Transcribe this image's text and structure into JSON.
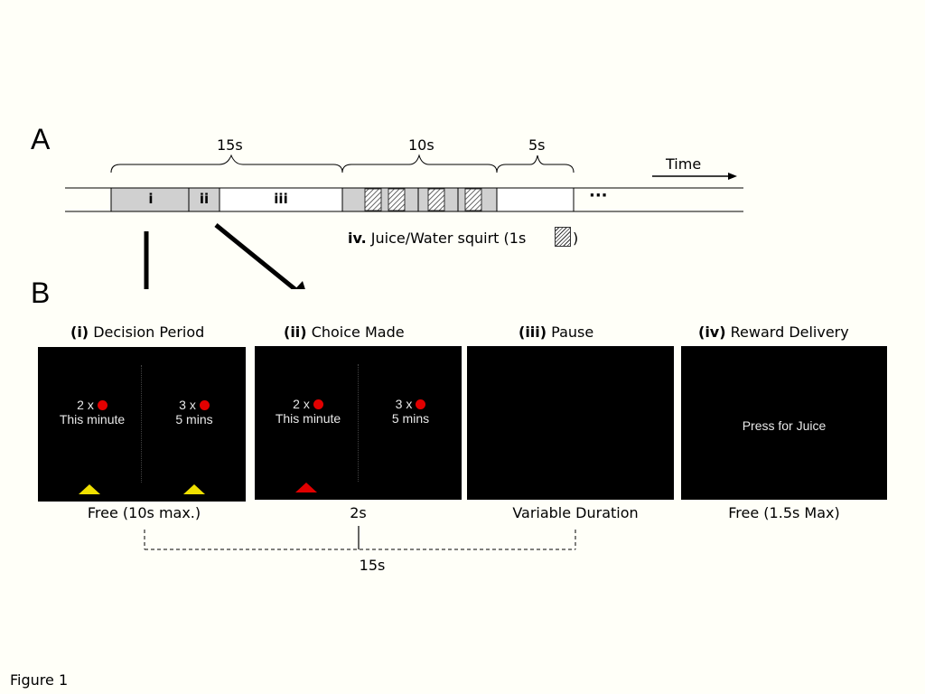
{
  "panel_a": {
    "letter": "A",
    "segments": {
      "i": "i",
      "ii": "ii",
      "iii": "iii"
    },
    "braces": [
      "15s",
      "10s",
      "5s"
    ],
    "ellipsis": "···",
    "time_label": "Time",
    "squirt_bold": "iv.",
    "squirt_text": "Juice/Water squirt (1s",
    "squirt_close": ")"
  },
  "panel_b": {
    "letter": "B",
    "screens": [
      {
        "num": "(i)",
        "title": "Decision Period",
        "below": "Free (10s max.)",
        "left": {
          "count": "2 x",
          "label": "This minute"
        },
        "right": {
          "count": "3 x",
          "label": "5 mins"
        },
        "arrows": [
          "yellow",
          "yellow"
        ]
      },
      {
        "num": "(ii)",
        "title": "Choice Made",
        "below": "2s",
        "left": {
          "count": "2 x",
          "label": "This minute"
        },
        "right": {
          "count": "3 x",
          "label": "5 mins"
        },
        "arrows": [
          "red"
        ]
      },
      {
        "num": "(iii)",
        "title": "Pause",
        "below": "Variable Duration"
      },
      {
        "num": "(iv)",
        "title": "Reward Delivery",
        "below": "Free (1.5s Max)",
        "center_text": "Press for Juice"
      }
    ],
    "span_label": "15s"
  },
  "figure_label": "Figure 1",
  "colors": {
    "background": "#fffff8",
    "screen": "#000000",
    "gray_block": "#d0d0d0",
    "red": "#e10000",
    "yellow": "#f0e000"
  }
}
